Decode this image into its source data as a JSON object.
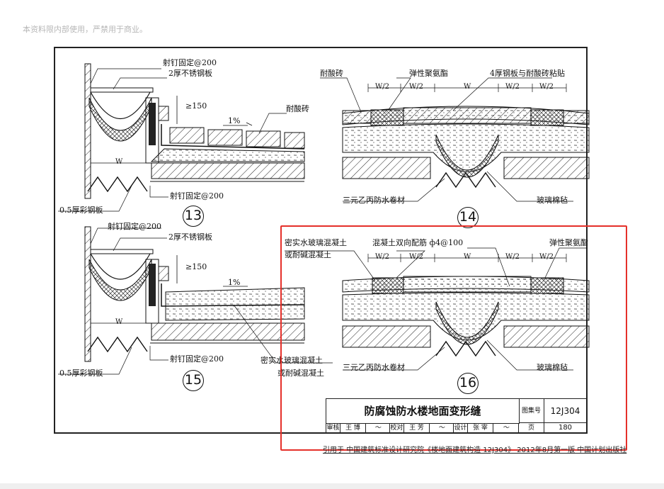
{
  "watermark": "本资料限内部使用，严禁用于商业。",
  "detail13": {
    "num": "13",
    "label_nail_top": "射钉固定@200",
    "label_steel": "2厚不锈钢板",
    "label_dim": "≥150",
    "label_slope": "1%",
    "label_brick": "耐酸砖",
    "label_w": "W",
    "label_nail_bottom": "射钉固定@200",
    "label_color_steel": "0.5厚彩钢板"
  },
  "detail14": {
    "num": "14",
    "label_brick": "耐酸砖",
    "label_sealant": "弹性聚氨酯",
    "label_plate": "4厚钢板与耐酸砖粘贴",
    "dims": [
      "W/2",
      "W/2",
      "W",
      "W/2",
      "W/2"
    ],
    "label_membrane": "三元乙丙防水卷材",
    "label_felt": "玻璃棉毡"
  },
  "detail15": {
    "num": "15",
    "label_nail_top": "射钉固定@200",
    "label_steel": "2厚不锈钢板",
    "label_dim": "≥150",
    "label_slope": "1%",
    "label_w": "W",
    "label_nail_bottom": "射钉固定@200",
    "label_color_steel": "0.5厚彩钢板",
    "label_concrete_1": "密实水玻璃混凝土",
    "label_concrete_2": "或耐碱混凝土"
  },
  "detail16": {
    "num": "16",
    "label_concrete_1": "密实水玻璃混凝土",
    "label_concrete_2": "或耐碱混凝土",
    "label_rebar": "混凝土双向配筋  ф4@100",
    "label_sealant": "弹性聚氨酯",
    "dims": [
      "W/2",
      "W/2",
      "W",
      "W/2",
      "W/2"
    ],
    "label_membrane": "三元乙丙防水卷材",
    "label_felt": "玻璃棉毡"
  },
  "titleblock": {
    "title": "防腐蚀防水楼地面变形缝",
    "atlas_label": "图集号",
    "atlas_no": "12J304",
    "review": "审核",
    "reviewer": "王 博",
    "check": "校对",
    "checker": "王 芳",
    "design": "设计",
    "designer": "张 宰",
    "page_label": "页",
    "page_no": "180"
  },
  "footer": "引用于 中国建筑标准设计研究院《楼地面建筑构造 12J304》 2012年8月第一版 中国计划出版社",
  "colors": {
    "highlight": "#e5302a",
    "line": "#111111"
  }
}
